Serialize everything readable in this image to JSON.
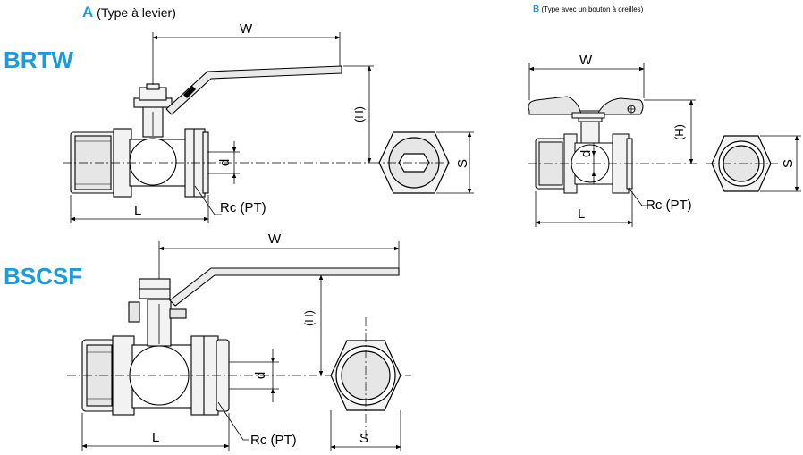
{
  "palette": {
    "accent": "#1a9be0",
    "ink": "#000000",
    "fill": "#f2f2f2",
    "shade": "#d9d9d9"
  },
  "section_a": {
    "letter": "A",
    "text": "(Type à levier)"
  },
  "section_b": {
    "letter": "B",
    "text": "(Type avec un bouton à oreilles)"
  },
  "series": {
    "brtw": "BRTW",
    "bscsf": "BSCSF"
  },
  "dims": {
    "w": "W",
    "h": "(H)",
    "l": "L",
    "d": "d",
    "s": "S",
    "rc": "Rc (PT)"
  }
}
